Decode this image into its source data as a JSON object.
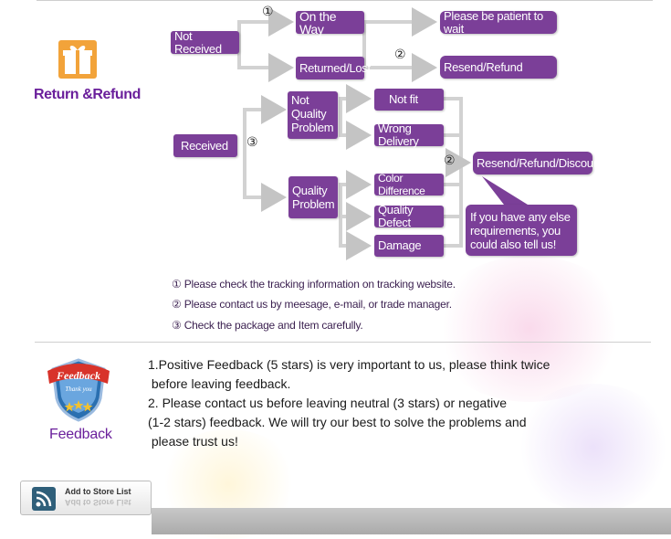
{
  "section_return": {
    "title": "Return &Refund",
    "nodes": {
      "not_received": "Not Received",
      "on_the_way": "On the Way",
      "please_wait": "Please be patient to wait",
      "returned_lost": "Returned/Lost",
      "resend_refund": "Resend/Refund",
      "received": "Received",
      "not_quality": "Not Quality Problem",
      "not_fit": "Not fit",
      "wrong_delivery": "Wrong Delivery",
      "quality_problem": "Quality Problem",
      "color_difference": "Color Difference",
      "quality_defect": "Quality Defect",
      "damage": "Damage",
      "resend_refund_discount": "Resend/Refund/Discount",
      "requirements": "If you have any else requirements, you could also tell us!"
    },
    "markers": {
      "one": "①",
      "two": "②",
      "three": "③"
    },
    "notes": [
      "① Please check the tracking information on tracking website.",
      "② Please contact us by meesage, e-mail, or trade manager.",
      "③ Check the package and Item carefully."
    ]
  },
  "section_feedback": {
    "title": "Feedback",
    "badge_text": "Feedback",
    "badge_sub": "Thank you",
    "lines": [
      "1.Positive Feedback (5 stars) is very important to us, please think twice",
      " before leaving feedback.",
      "2. Please contact us before leaving neutral (3 stars) or negative",
      "(1-2 stars) feedback. We will try our best to solve the problems and",
      " please trust us!"
    ]
  },
  "store_button": {
    "label": "Add to Store List",
    "mirror": "Add to Store List"
  },
  "colors": {
    "box": "#7b3f98",
    "title": "#6a1f9b",
    "arrow": "#d2d2d2"
  }
}
